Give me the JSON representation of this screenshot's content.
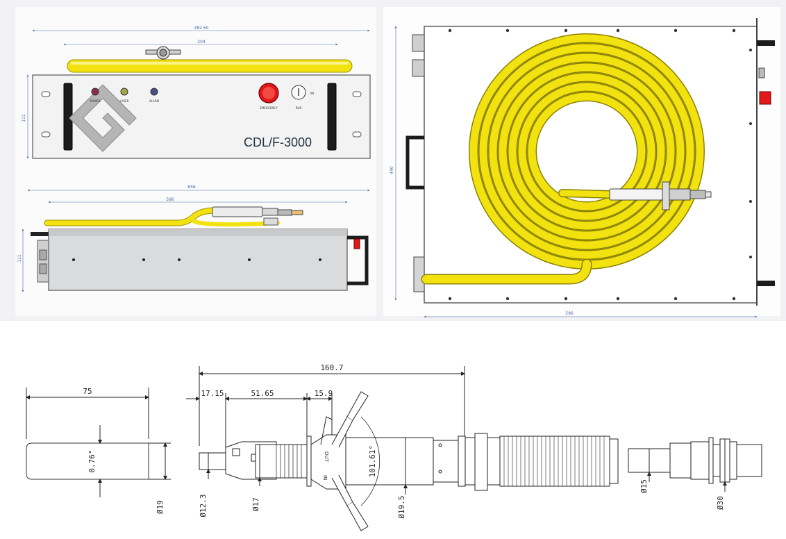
{
  "front_panel": {
    "model": "CDL/F-3000",
    "indicators": [
      "POWER",
      "LASER",
      "ALARM"
    ],
    "emergency_label": "EMERGENCY",
    "key_label": "RUN",
    "key_state": "ON",
    "dim_width": "482.60",
    "dim_handle": "204",
    "dim_height": "111"
  },
  "side_view": {
    "dim_total": "656",
    "dim_body": "596",
    "dim_height": "111"
  },
  "top_view": {
    "dim_depth": "440",
    "dim_width": "596"
  },
  "qbh_detail": {
    "cap_length": "75",
    "cap_taper": "0.76°",
    "cap_diameter": "Ø19",
    "total_length": "160.7",
    "seg1": "17.15",
    "seg2": "51.65",
    "seg3": "15.9",
    "angle": "101.61°",
    "dia_tip": "Ø12.3",
    "dia_collar": "Ø17",
    "dia_body": "Ø19.5",
    "dia_conn_small": "Ø15",
    "dia_conn_large": "Ø30",
    "out_label": "OUT",
    "in_label": "IN"
  }
}
